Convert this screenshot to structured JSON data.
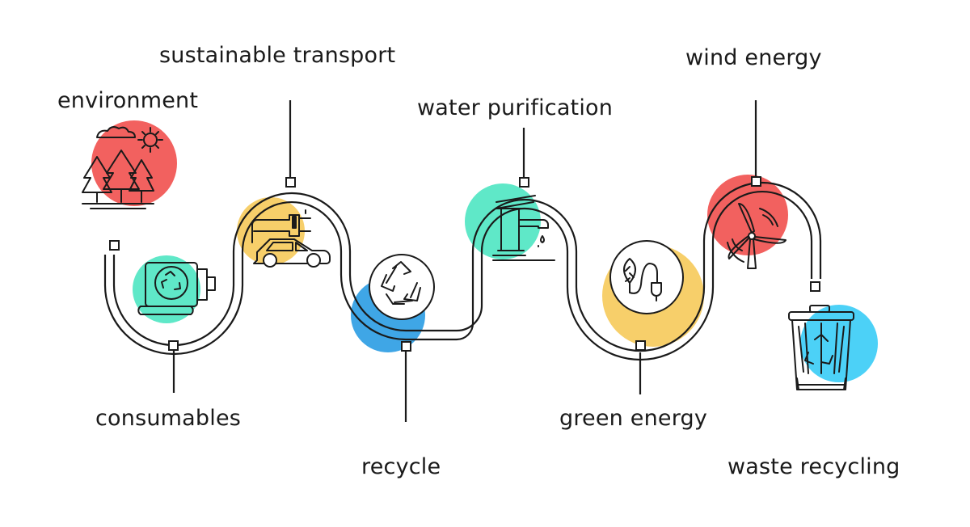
{
  "labels": {
    "environment": "environment",
    "sustainable_transport": "sustainable transport",
    "consumables": "consumables",
    "water_purification": "water purification",
    "recycle": "recycle",
    "green_energy": "green energy",
    "wind_energy": "wind energy",
    "waste_recycling": "waste recycling"
  },
  "colors": {
    "line": "#1a1a1a",
    "red": "#f2615f",
    "teal": "#5fe8c8",
    "yellow": "#f7cf6a",
    "blue": "#3fa6e6",
    "cyan": "#4cd1f7"
  },
  "icons": [
    "forest-icon",
    "air-purifier-icon",
    "electric-car-icon",
    "recycle-icon",
    "faucet-icon",
    "leaf-plug-icon",
    "wind-turbine-icon",
    "recycling-bin-icon"
  ]
}
